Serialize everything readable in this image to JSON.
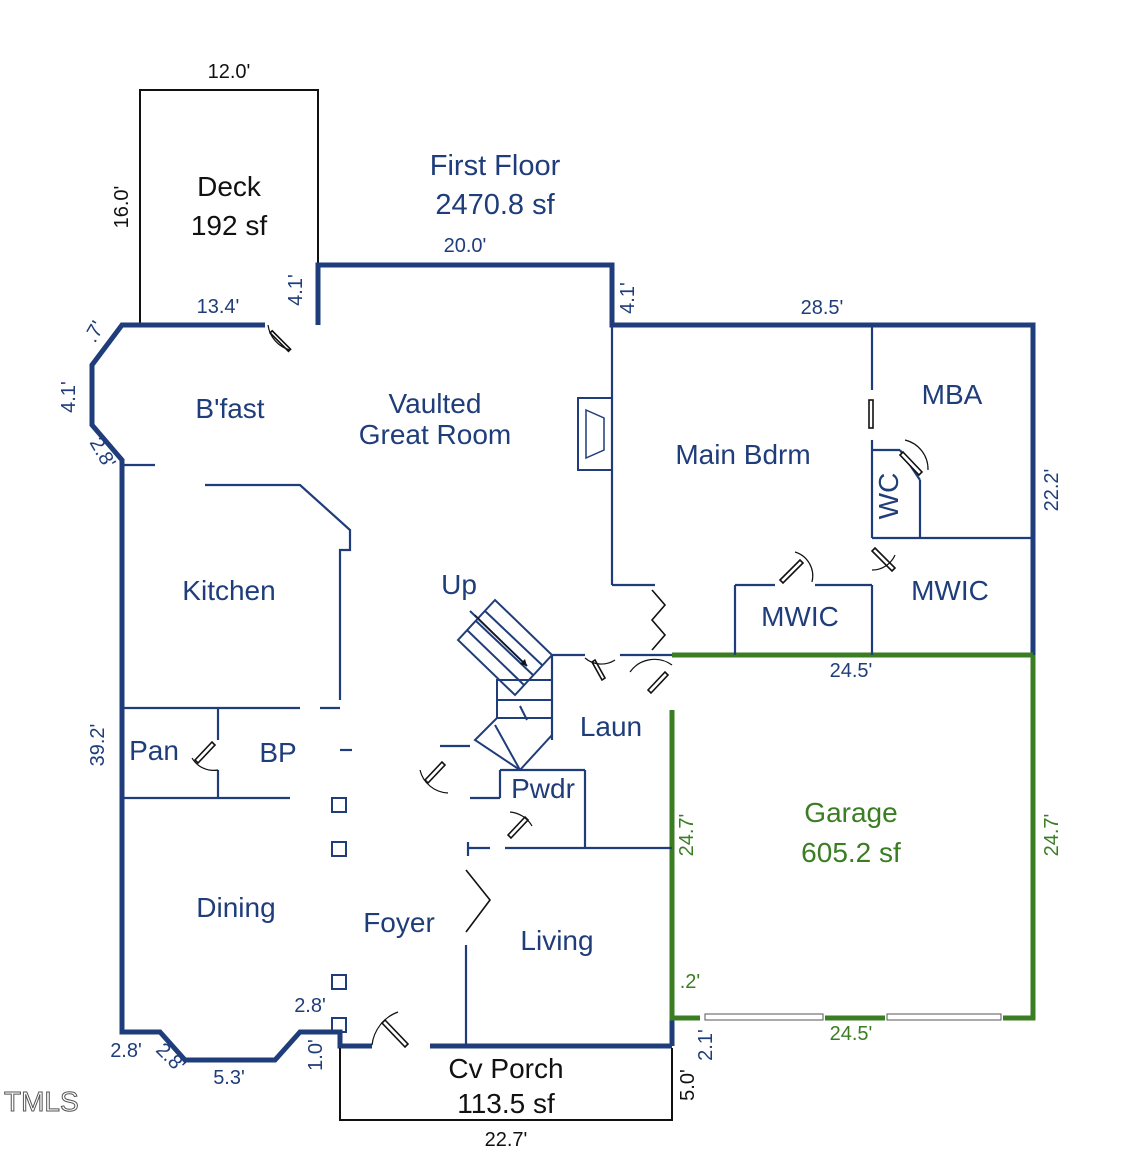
{
  "floor": {
    "name": "First Floor",
    "area": "2470.8 sf"
  },
  "deck": {
    "name": "Deck",
    "area": "192 sf",
    "width": "12.0'",
    "depth": "16.0'"
  },
  "garage": {
    "name": "Garage",
    "area": "605.2 sf"
  },
  "porch": {
    "name": "Cv Porch",
    "area": "113.5 sf",
    "width": "22.7'",
    "depth": "5.0'"
  },
  "rooms": {
    "bfast": "B'fast",
    "great_room_line1": "Vaulted",
    "great_room_line2": "Great Room",
    "main_bdrm": "Main Bdrm",
    "mba": "MBA",
    "wc": "WC",
    "mwic_right": "MWIC",
    "mwic_left": "MWIC",
    "kitchen": "Kitchen",
    "up": "Up",
    "laun": "Laun",
    "pan": "Pan",
    "bp": "BP",
    "pwdr": "Pwdr",
    "dining": "Dining",
    "foyer": "Foyer",
    "living": "Living"
  },
  "dimensions": {
    "top_center": "20.0'",
    "top_right": "28.5'",
    "deck_bottom": "13.4'",
    "left_step_a": "4.1'",
    "right_step_a": "4.1'",
    "bay_top": ".7'",
    "bay_side": "4.1'",
    "bay_bottom": "2.8'",
    "right_side": "22.2'",
    "laun_bottom": "24.5'",
    "left_side": "39.2'",
    "garage_left": "24.7'",
    "garage_right": "24.7'",
    "garage_small": ".2'",
    "garage_bottom": "24.5'",
    "front_2_8_top": "2.8'",
    "front_1_0": "1.0'",
    "front_2_8_left": "2.8'",
    "front_2_8_diag": "2.8'",
    "front_5_3": "5.3'",
    "garage_2_1": "2.1'"
  },
  "watermark": "TMLS",
  "colors": {
    "blue": "#1f3d7a",
    "green": "#3a7d23",
    "black": "#111111"
  }
}
